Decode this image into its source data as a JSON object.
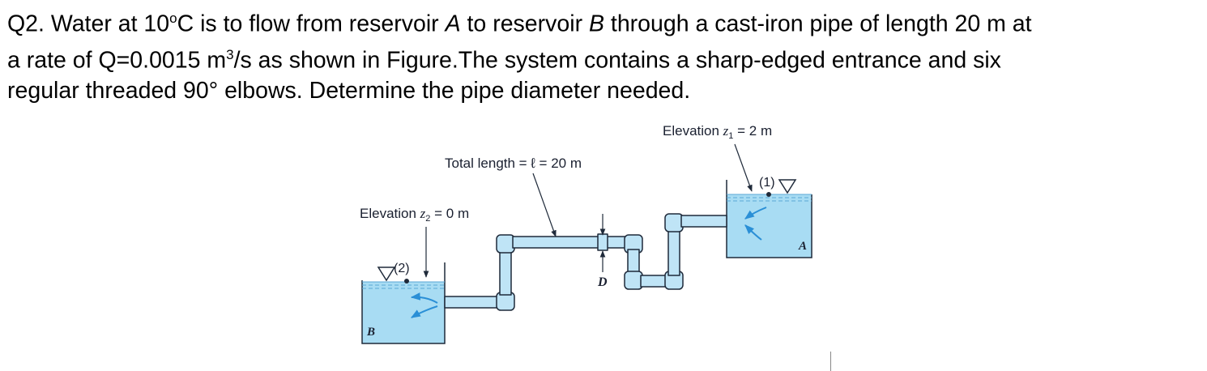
{
  "question": {
    "line1_a": "Q2. Water at 10",
    "line1_degsup": "o",
    "line1_b": "C  is to flow from reservoir ",
    "line1_A": "A",
    "line1_c": " to reservoir ",
    "line1_B": "B",
    "line1_d": " through a cast-iron pipe of length 20 m at",
    "line2_a": "a rate of Q=0.0015  m",
    "line2_sup": "3",
    "line2_b": "/s as shown in Figure.The system contains a sharp-edged entrance and six",
    "line3": "regular threaded 90° elbows. Determine the pipe diameter needed."
  },
  "figure": {
    "elev1_prefix": "Elevation ",
    "elev1_var": "z",
    "elev1_sub": "1",
    "elev1_suffix": " = 2 m",
    "total_length": "Total length = ℓ = 20 m",
    "elev2_prefix": "Elevation ",
    "elev2_var": "z",
    "elev2_sub": "2",
    "elev2_suffix": " = 0 m",
    "point1": "(1)",
    "point2": "(2)",
    "reservoir_a": "A",
    "reservoir_b": "B",
    "diameter": "D",
    "colors": {
      "water": "#a8dcf3",
      "pipe": "#bfe4f6",
      "outline": "#1f2a3a",
      "flow_arrow": "#2a8fd6"
    }
  }
}
